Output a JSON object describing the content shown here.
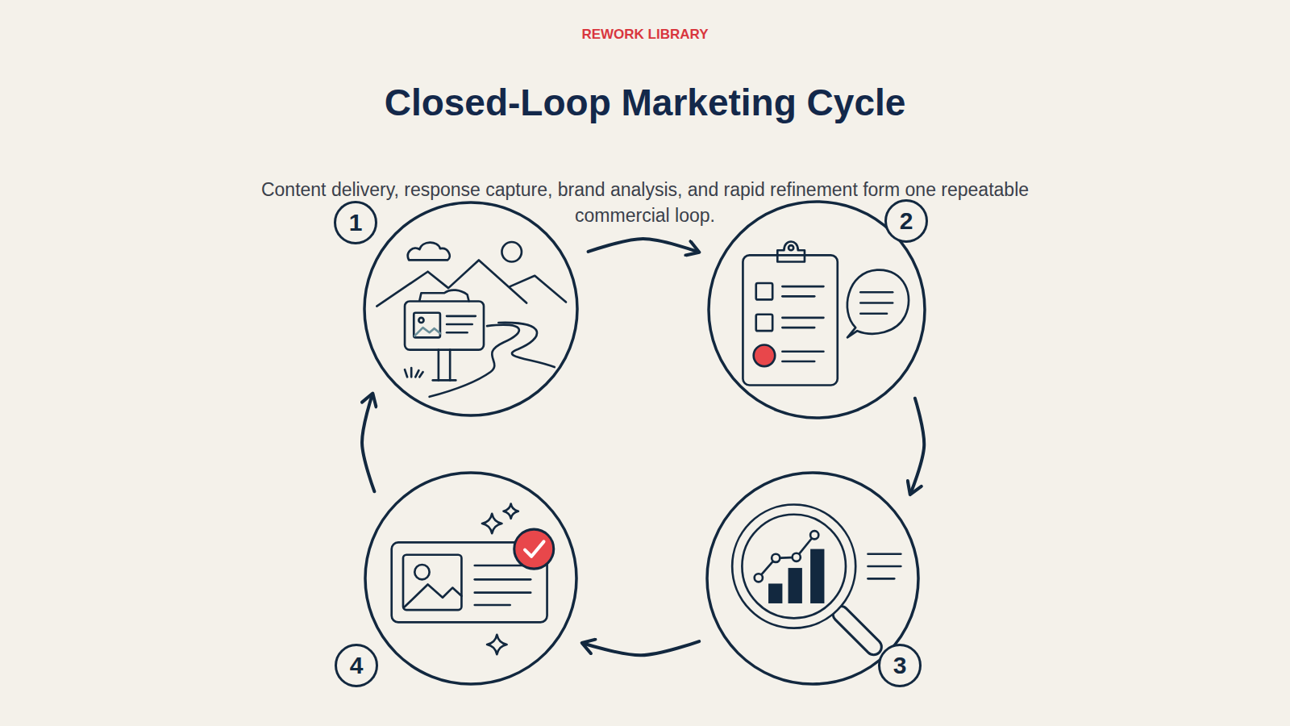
{
  "diagram": {
    "title": "Closed-Loop Marketing Cycle",
    "caption": "Content delivery, response capture, brand analysis, and rapid refinement form one repeatable commercial loop.",
    "nodes": [
      {
        "text": [
          "1"
        ]
      },
      {
        "text": [
          "2"
        ]
      },
      {
        "text": [
          "3"
        ]
      },
      {
        "text": [
          "4"
        ]
      }
    ],
    "edges": [
      {
        "from": 0,
        "to": 1,
        "arrow": "to"
      },
      {
        "from": 1,
        "to": 2,
        "arrow": "to"
      },
      {
        "from": 2,
        "to": 3,
        "arrow": "to"
      },
      {
        "from": 3,
        "to": 0,
        "arrow": "to"
      }
    ],
    "labels": [
      "REWORK LIBRARY"
    ]
  }
}
